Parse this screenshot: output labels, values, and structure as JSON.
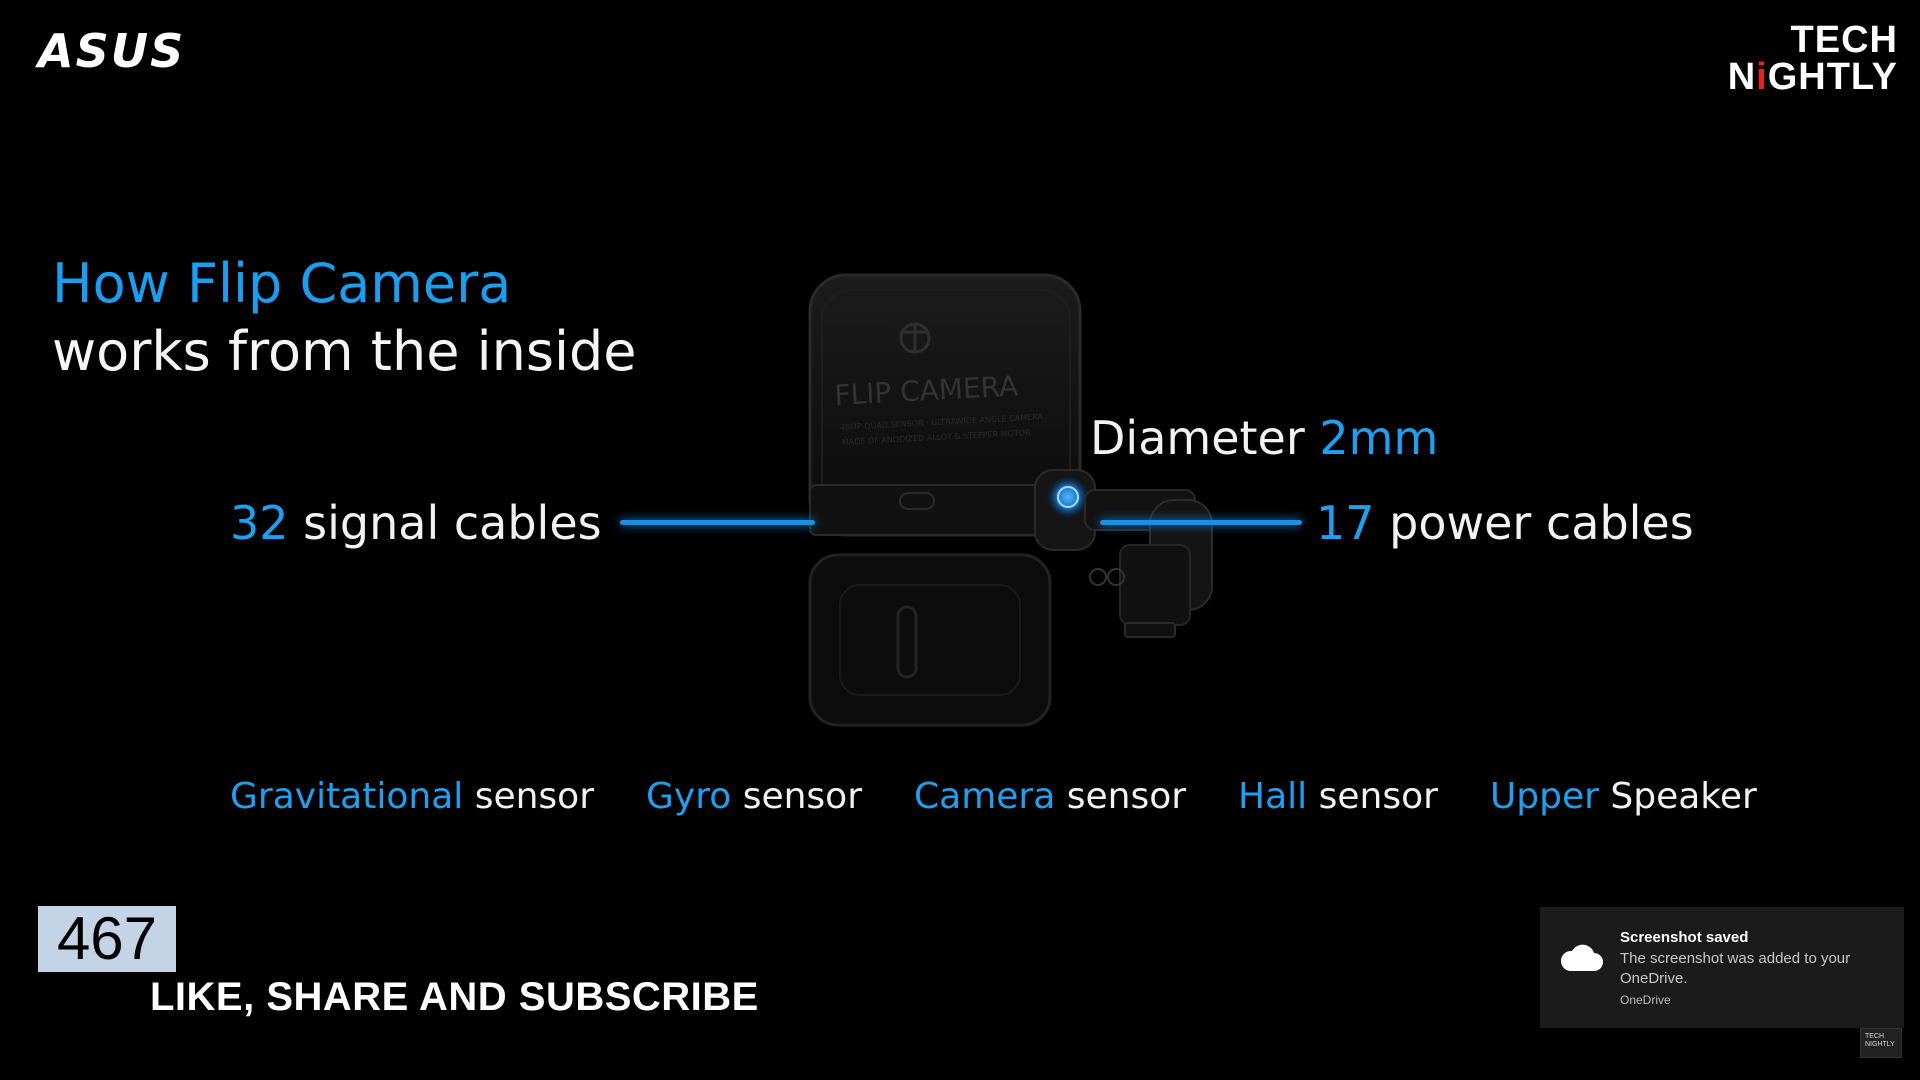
{
  "logos": {
    "left": "ASUS",
    "right_line1": "TECH",
    "right_line2_a": "N",
    "right_line2_b": "i",
    "right_line2_c": "GHTLY"
  },
  "headline": {
    "line1": "How Flip Camera",
    "line2": "works from the inside"
  },
  "illustration": {
    "brand": "FLIP CAMERA",
    "sub1": "48MP QUAD SENSOR · ULTRAWIDE ANGLE CAMERA",
    "sub2": "MADE OF ANODIZED ALLOY & STEPPER MOTOR"
  },
  "callouts": {
    "signal_count": "32",
    "signal_text": " signal cables",
    "power_count": "17",
    "power_text": " power cables",
    "diameter_label": "Diameter ",
    "diameter_value": "2mm"
  },
  "sensors": [
    {
      "accent": "Gravitational",
      "rest": " sensor"
    },
    {
      "accent": "Gyro",
      "rest": " sensor"
    },
    {
      "accent": "Camera",
      "rest": " sensor"
    },
    {
      "accent": "Hall",
      "rest": " sensor"
    },
    {
      "accent": "Upper",
      "rest": " Speaker"
    }
  ],
  "overlay": {
    "counter": "467",
    "cta": "LIKE, SHARE AND SUBSCRIBE"
  },
  "toast": {
    "title": "Screenshot saved",
    "body": "The screenshot was added to your OneDrive.",
    "app": "OneDrive",
    "icon": "cloud-icon"
  },
  "tray": {
    "thumb_label": "TECH NIGHTLY"
  },
  "colors": {
    "accent": "#1ea0f0",
    "background": "#000000",
    "tech_nightly_red": "#e42424",
    "counter_bg": "#c5d3e6",
    "toast_bg": "#1b1b1b"
  }
}
